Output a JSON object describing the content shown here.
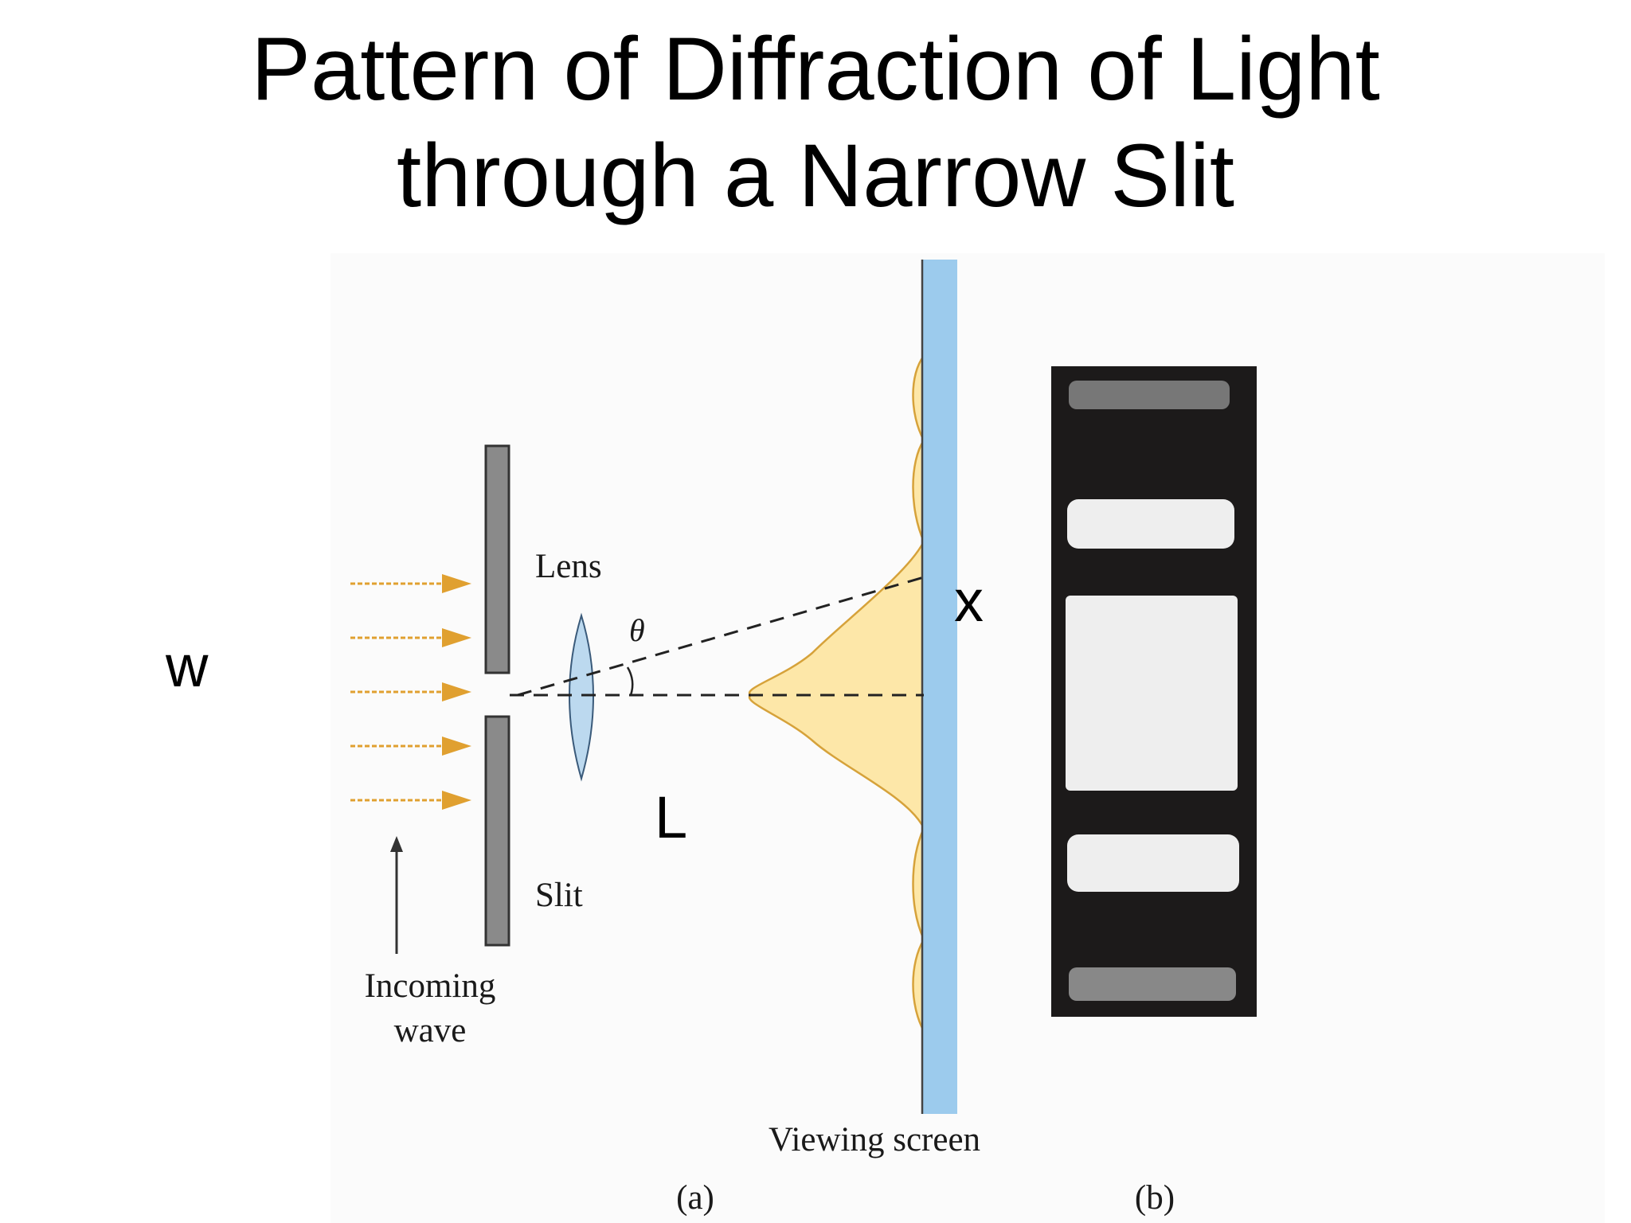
{
  "title": {
    "line1": "Pattern of Diffraction of Light",
    "line2": "through a Narrow Slit"
  },
  "labels": {
    "lens": "Lens",
    "theta": "θ",
    "slit": "Slit",
    "incoming_line1": "Incoming",
    "incoming_line2": "wave",
    "viewing_screen": "Viewing screen",
    "part_a": "(a)",
    "part_b": "(b)",
    "w": "w",
    "x": "x",
    "L": "L"
  },
  "colors": {
    "arrow": "#e0a030",
    "slit_plate": "#8a8a8a",
    "lens": "#bcd9ef",
    "screen": "#9ccbed",
    "intensity_fill": "#fde7a8",
    "intensity_stroke": "#d6a23a",
    "fringe_background": "#1c1a1a",
    "fringe_bright": "#eeeeee"
  }
}
